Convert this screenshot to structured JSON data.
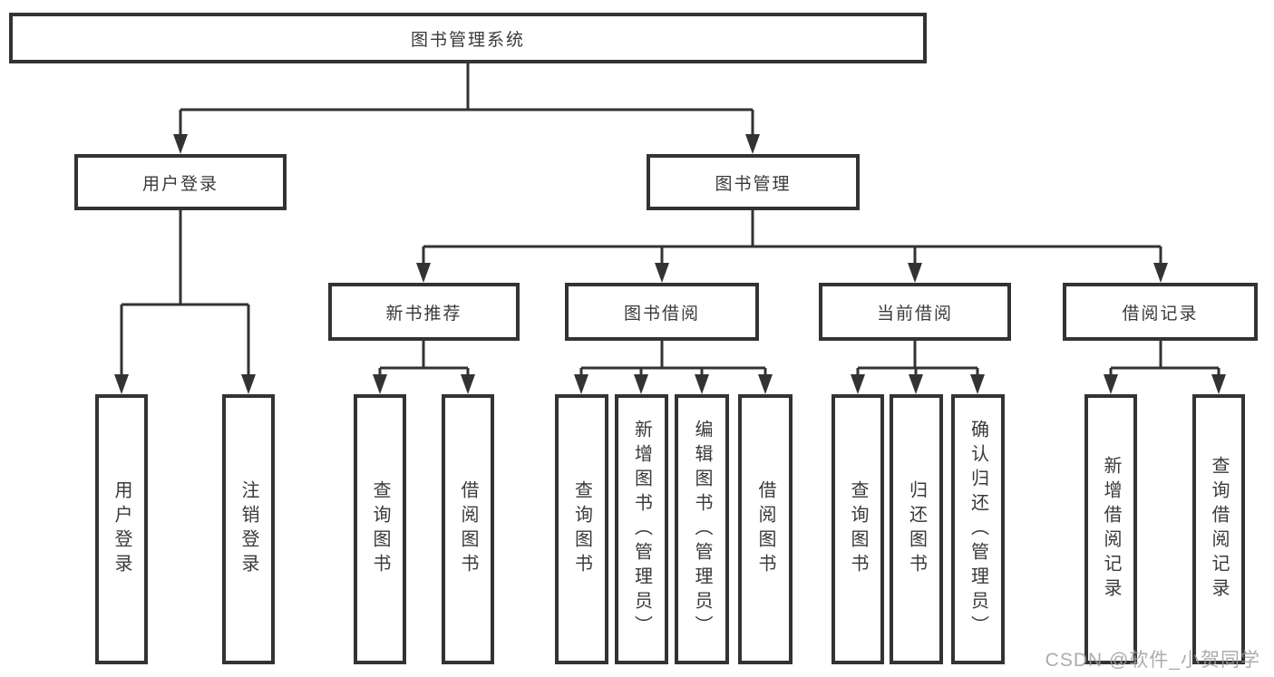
{
  "colors": {
    "line": "#333333",
    "box_border": "#333333",
    "text": "#3a3a3a",
    "watermark": "#9e9e9e",
    "background": "#ffffff"
  },
  "root": {
    "label": "图书管理系统"
  },
  "branches": {
    "user_login": {
      "label": "用户登录",
      "children": {
        "login": {
          "label": "用户登录"
        },
        "logout": {
          "label": "注销登录"
        }
      }
    },
    "book_management": {
      "label": "图书管理",
      "children": {
        "new_book_recommend": {
          "label": "新书推荐",
          "children": {
            "query": {
              "label": "查询图书"
            },
            "borrow": {
              "label": "借阅图书"
            }
          }
        },
        "book_borrow": {
          "label": "图书借阅",
          "children": {
            "query": {
              "label": "查询图书"
            },
            "add": {
              "label": "新增图书（管理员）"
            },
            "edit": {
              "label": "编辑图书（管理员）"
            },
            "borrow": {
              "label": "借阅图书"
            }
          }
        },
        "current_borrow": {
          "label": "当前借阅",
          "children": {
            "query": {
              "label": "查询图书"
            },
            "return": {
              "label": "归还图书"
            },
            "confirm_return": {
              "label": "确认归还（管理员）"
            }
          }
        },
        "borrow_records": {
          "label": "借阅记录",
          "children": {
            "add": {
              "label": "新增借阅记录"
            },
            "query": {
              "label": "查询借阅记录"
            }
          }
        }
      }
    }
  },
  "watermark": "CSDN @软件_小贺同学"
}
